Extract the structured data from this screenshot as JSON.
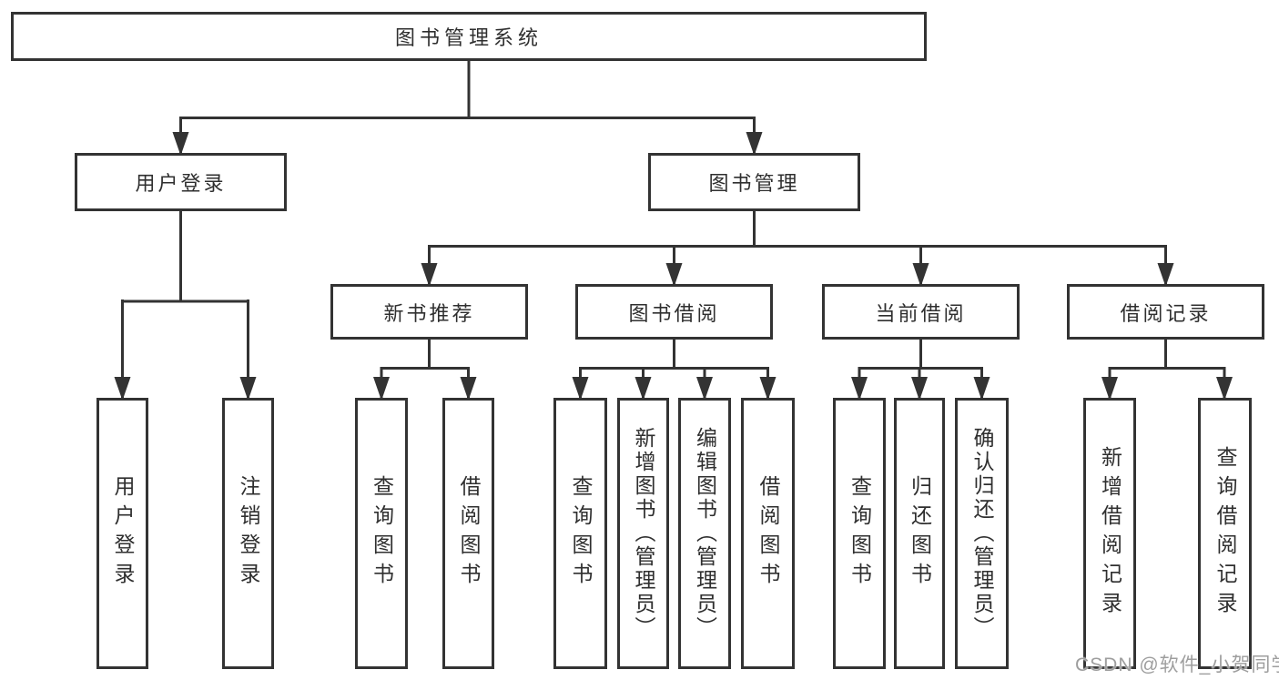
{
  "diagram_type": "hierarchy-tree",
  "tree": {
    "label": "图书管理系统",
    "children": [
      {
        "label": "用户登录",
        "children": [
          {
            "label": "用户登录"
          },
          {
            "label": "注销登录"
          }
        ]
      },
      {
        "label": "图书管理",
        "children": [
          {
            "label": "新书推荐",
            "children": [
              {
                "label": "查询图书"
              },
              {
                "label": "借阅图书"
              }
            ]
          },
          {
            "label": "图书借阅",
            "children": [
              {
                "label": "查询图书"
              },
              {
                "label": "新增图书（管理员）"
              },
              {
                "label": "编辑图书（管理员）"
              },
              {
                "label": "借阅图书"
              }
            ]
          },
          {
            "label": "当前借阅",
            "children": [
              {
                "label": "查询图书"
              },
              {
                "label": "归还图书"
              },
              {
                "label": "确认归还（管理员）"
              }
            ]
          },
          {
            "label": "借阅记录",
            "children": [
              {
                "label": "新增借阅记录"
              },
              {
                "label": "查询借阅记录"
              }
            ]
          }
        ]
      }
    ]
  },
  "watermark": "CSDN @软件_小贺同学",
  "colors": {
    "line": "#333333",
    "box_border": "#333333",
    "text": "#2f2f2f",
    "watermark_text": "#9e9e9e",
    "background": "#ffffff"
  }
}
